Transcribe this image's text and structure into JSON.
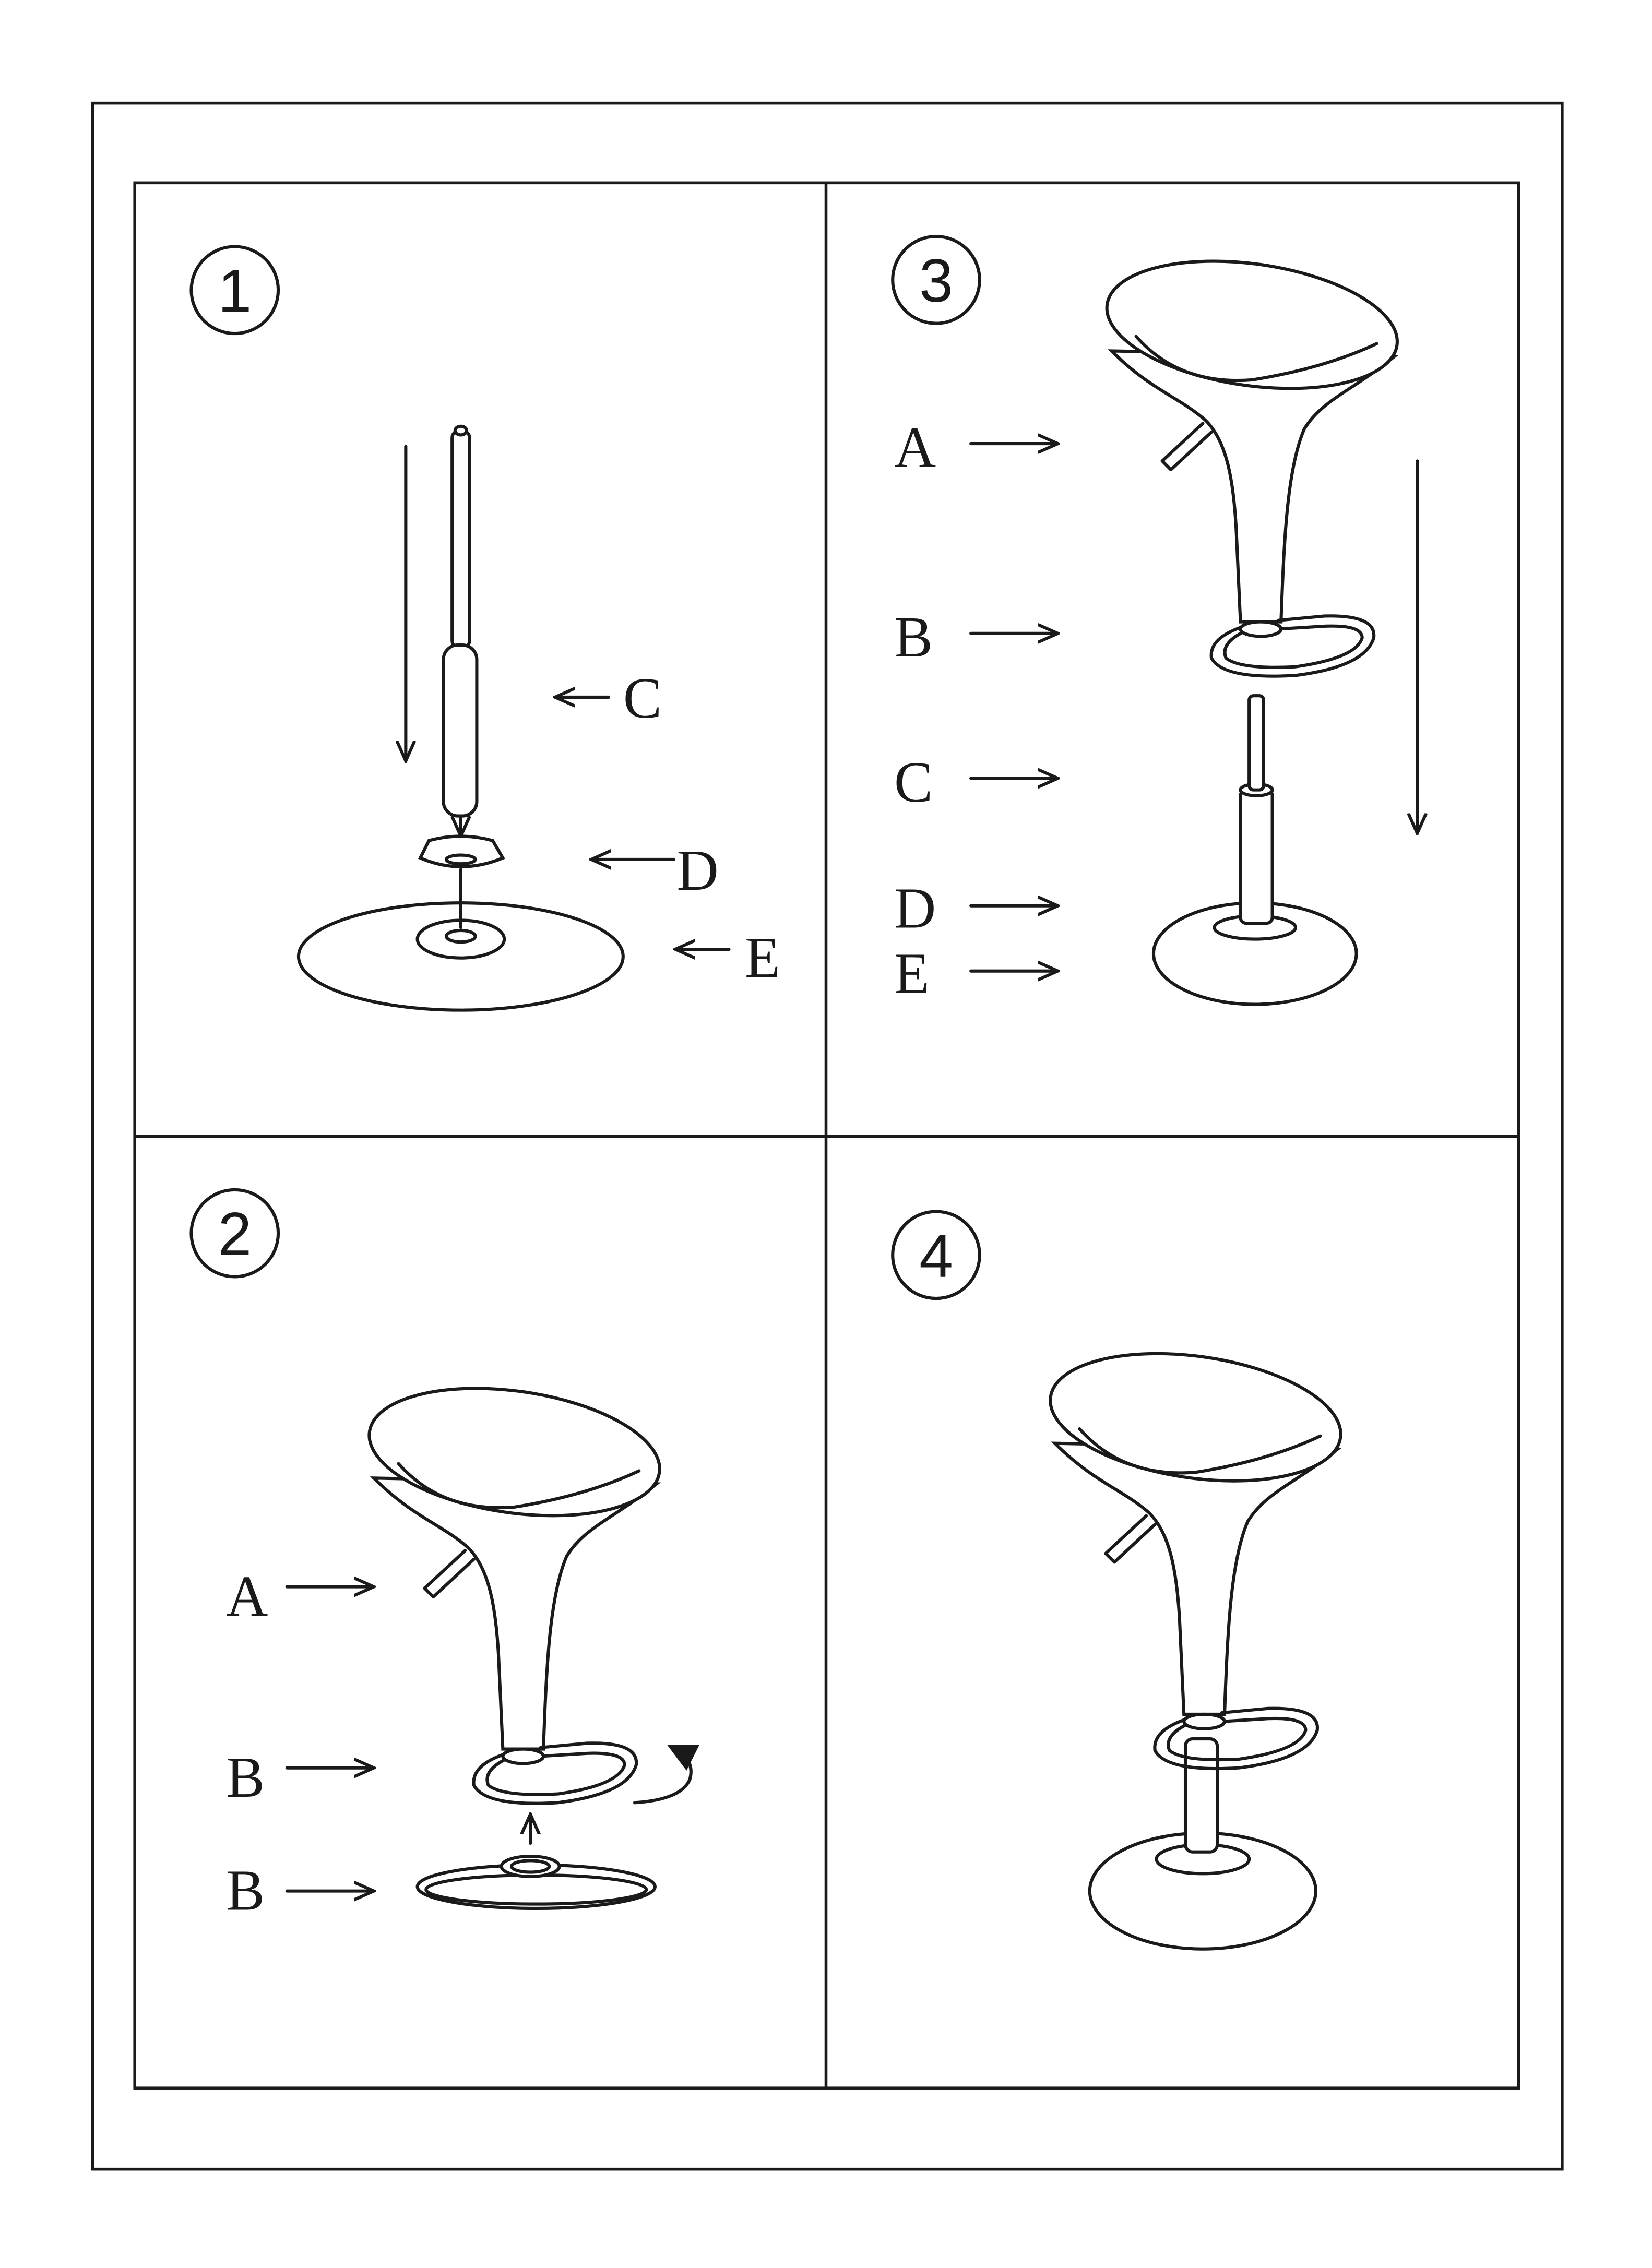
{
  "panels": [
    {
      "step": "1",
      "labels": [
        "C",
        "D",
        "E"
      ]
    },
    {
      "step": "3",
      "labels": [
        "A",
        "B",
        "C",
        "D",
        "E"
      ]
    },
    {
      "step": "2",
      "labels": [
        "A",
        "B",
        "B"
      ]
    },
    {
      "step": "4",
      "labels": []
    }
  ]
}
